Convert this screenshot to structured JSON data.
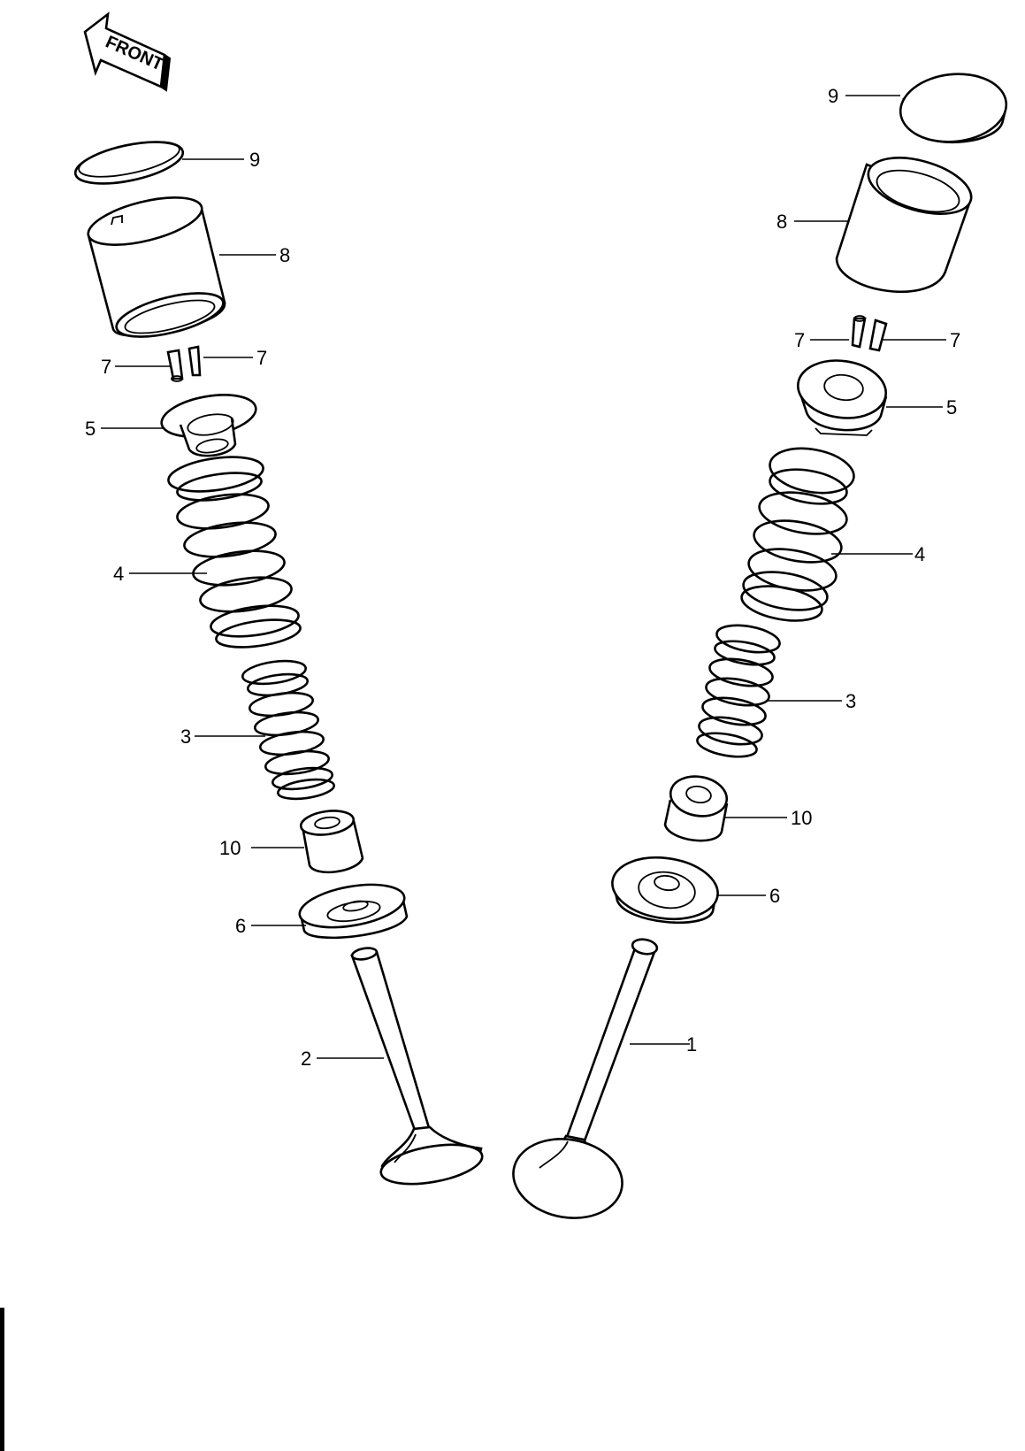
{
  "front_arrow": {
    "text": "FRONT"
  },
  "labels": {
    "l_9": "9",
    "l_8": "8",
    "l_7a": "7",
    "l_7b": "7",
    "l_5": "5",
    "l_4": "4",
    "l_3": "3",
    "l_10": "10",
    "l_6": "6",
    "l_2": "2",
    "r_9": "9",
    "r_8": "8",
    "r_7a": "7",
    "r_7b": "7",
    "r_5": "5",
    "r_4": "4",
    "r_3": "3",
    "r_10": "10",
    "r_6": "6",
    "r_1": "1"
  }
}
